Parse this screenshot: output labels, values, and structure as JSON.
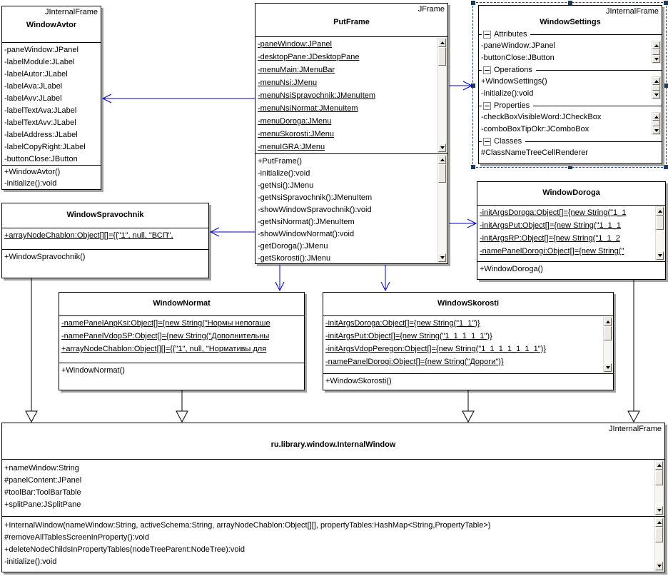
{
  "colors": {
    "association": "#0000cc",
    "generalization": "#000000",
    "selection": "#24456e",
    "box_border": "#000000",
    "box_shadow": "#a2a2a2",
    "background": "#ffffff"
  },
  "classes": {
    "window_avtor": {
      "stereotype": "JInternalFrame",
      "name": "WindowAvtor",
      "attributes": [
        "-paneWindow:JPanel",
        "-labelModule:JLabel",
        "-labelAutor:JLabel",
        "-labelAva:JLabel",
        "-labelAvv:JLabel",
        "-labelTextAva:JLabel",
        "-labelTextAvv:JLabel",
        "-labelAddress:JLabel",
        "-labelCopyRight:JLabel",
        "-buttonClose:JButton"
      ],
      "operations": [
        "+WindowAvtor()",
        "-initialize():void"
      ]
    },
    "put_frame": {
      "stereotype": "JFrame",
      "name": "PutFrame",
      "attributes": [
        "-paneWindow:JPanel",
        "-desktopPane:JDesktopPane",
        "-menuMain:JMenuBar",
        "-menuNsi:JMenu",
        "-menuNsiSpravochnik:JMenuItem",
        "-menuNsiNormat:JMenuItem",
        "-menuDoroga:JMenu",
        "-menuSkorosti:JMenu",
        "-menuIGRA:JMenu"
      ],
      "operations": [
        "+PutFrame()",
        "-initialize():void",
        "-getNsi():JMenu",
        "-getNsiSpravochnik():JMenuItem",
        "-showWindowSpravochnik():void",
        "-getNsiNormat():JMenuItem",
        "-showWindowNormat():void",
        "-getDoroga():JMenu",
        "-getSkorosti():JMenu"
      ]
    },
    "window_settings": {
      "stereotype": "JInternalFrame",
      "name": "WindowSettings",
      "sections": [
        {
          "label": "Attributes",
          "items": [
            "-paneWindow:JPanel",
            "-buttonClose:JButton"
          ]
        },
        {
          "label": "Operations",
          "items": [
            "+WindowSettings()",
            "-initialize():void"
          ]
        },
        {
          "label": "Properties",
          "items": [
            "-checkBoxVisibleWord:JCheckBox",
            "-comboBoxTipOkr:JComboBox"
          ]
        },
        {
          "label": "Classes",
          "items": [
            "#ClassNameTreeCellRenderer"
          ]
        }
      ]
    },
    "window_doroga": {
      "name": "WindowDoroga",
      "attributes": [
        "-initArgsDoroga:Object[]={new String(\"1_1",
        "-initArgsPut:Object[]={new String(\"1_1_1",
        "-initArgsRP:Object[]={new String(\"1_1_2",
        "-namePanelDorogi:Object[]={new String(\""
      ],
      "operations": [
        "+WindowDoroga()"
      ]
    },
    "window_spravochnik": {
      "name": "WindowSpravochnik",
      "attributes": [
        "+arrayNodeChablon:Object[][]={{\"1\", null, \"ВСП\","
      ],
      "operations": [
        "+WindowSpravochnik()"
      ]
    },
    "window_normat": {
      "name": "WindowNormat",
      "attributes": [
        "-namePanelAnpKsi:Object[]={new String(\"Нормы непогаше",
        "-namePanelVdopSP:Object[]={new String(\"Дополнительны",
        "+arrayNodeChablon:Object[][]={{\"1\", null, \"Нормативы для"
      ],
      "operations": [
        "+WindowNormat()"
      ]
    },
    "window_skorosti": {
      "name": "WindowSkorosti",
      "attributes": [
        "-initArgsDoroga:Object[]={new String(\"1_1\")}",
        "-initArgsPut:Object[]={new String(\"1_1_1_1_1\")}",
        "-initArgsVdopPeregon:Object[]={new String(\"1_1_1_1_1_1_1\")}",
        "-namePanelDorogi:Object[]={new String(\"Дороги\")}"
      ],
      "operations": [
        "+WindowSkorosti()"
      ]
    },
    "internal_window": {
      "stereotype": "JInternalFrame",
      "name": "ru.library.window.InternalWindow",
      "attributes": [
        "+nameWindow:String",
        "#panelContent:JPanel",
        "#toolBar:ToolBarTable",
        "+splitPane:JSplitPane"
      ],
      "operations": [
        "+InternalWindow(nameWindow:String, activeSchema:String, arrayNodeChablon:Object[][], propertyTables:HashMap<String,PropertyTable>)",
        "#removeAllTablesScreenInProperty():void",
        "+deleteNodeChildsInPropertyTables(nodeTreeParent:NodeTree):void",
        "-initialize():void"
      ]
    }
  },
  "connectors": [
    {
      "type": "association",
      "from": "PutFrame",
      "to": "WindowAvtor"
    },
    {
      "type": "association",
      "from": "PutFrame",
      "to": "WindowSettings"
    },
    {
      "type": "association",
      "from": "PutFrame",
      "to": "WindowSpravochnik"
    },
    {
      "type": "association",
      "from": "PutFrame",
      "to": "WindowDoroga"
    },
    {
      "type": "association",
      "from": "PutFrame",
      "to": "WindowNormat"
    },
    {
      "type": "association",
      "from": "PutFrame",
      "to": "WindowSkorosti"
    },
    {
      "type": "generalization",
      "from": "WindowSpravochnik",
      "to": "ru.library.window.InternalWindow"
    },
    {
      "type": "generalization",
      "from": "WindowNormat",
      "to": "ru.library.window.InternalWindow"
    },
    {
      "type": "generalization",
      "from": "WindowSkorosti",
      "to": "ru.library.window.InternalWindow"
    },
    {
      "type": "generalization",
      "from": "WindowDoroga",
      "to": "ru.library.window.InternalWindow"
    }
  ]
}
